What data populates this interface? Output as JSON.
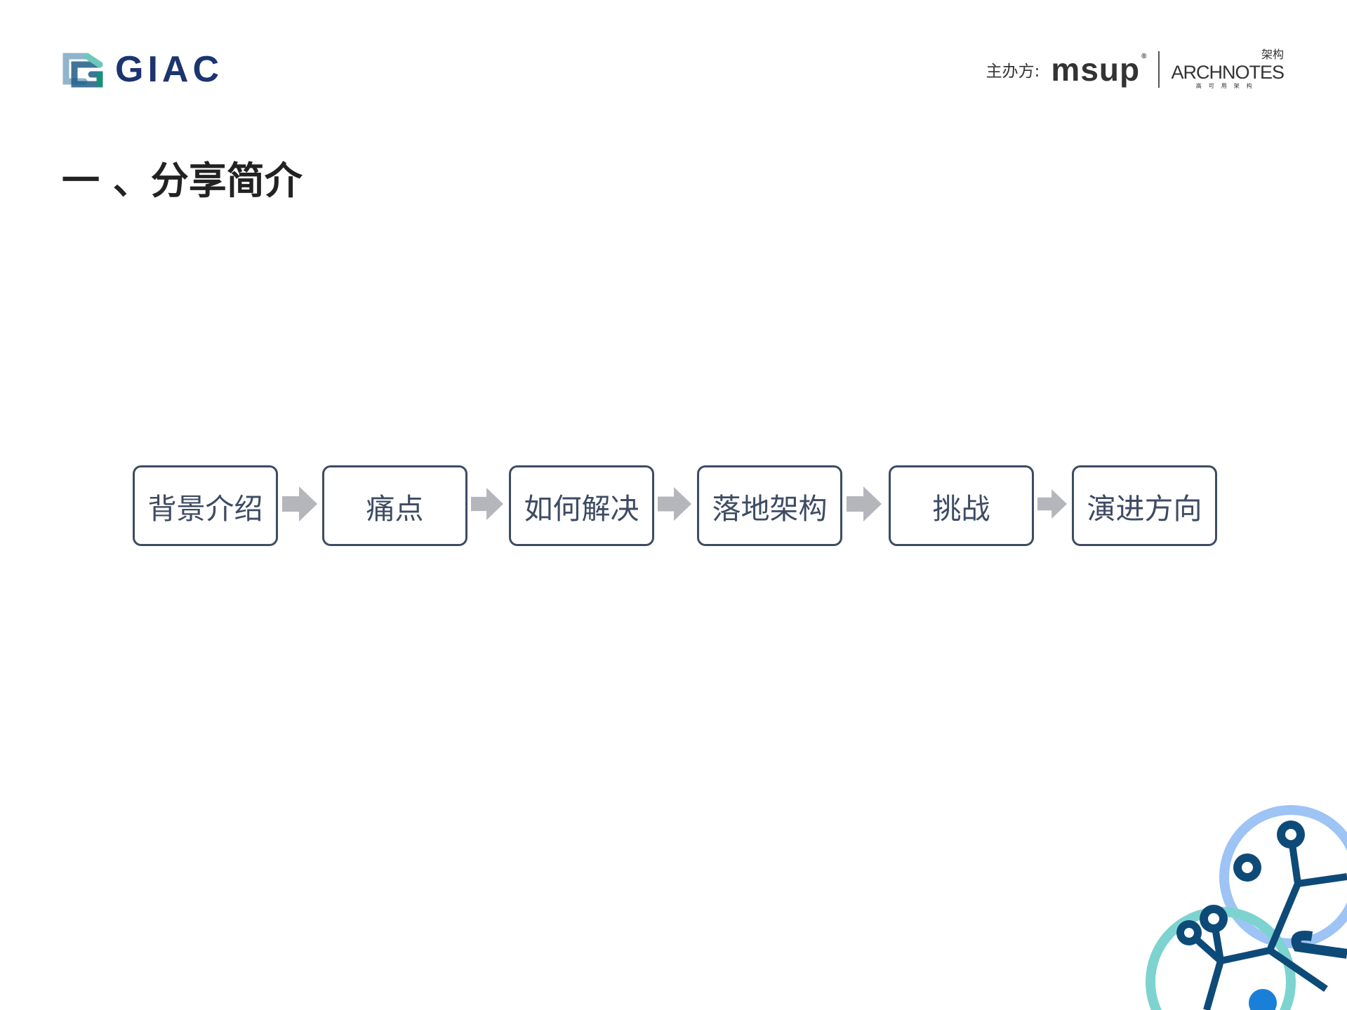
{
  "header": {
    "logo_text": "GIAC",
    "sponsor_label": "主办方:",
    "sponsor_logo_msup": "msup",
    "sponsor_logo_archnotes": "ARCHNOTES",
    "sponsor_logo_archnotes_cn": "架构",
    "sponsor_logo_archnotes_sub": "高可用架构"
  },
  "slide": {
    "title": "一 、分享简介"
  },
  "flow": {
    "steps": [
      "背景介绍",
      "痛点",
      "如何解决",
      "落地架构",
      "挑战",
      "演进方向"
    ]
  },
  "colors": {
    "box_border": "#3e4b63",
    "arrow": "#b4b6bb",
    "logo_blue": "#1c3470",
    "deco_dark": "#0d4a78",
    "deco_teal": "#7dd3d0",
    "deco_light_blue": "#9ec3f5"
  }
}
